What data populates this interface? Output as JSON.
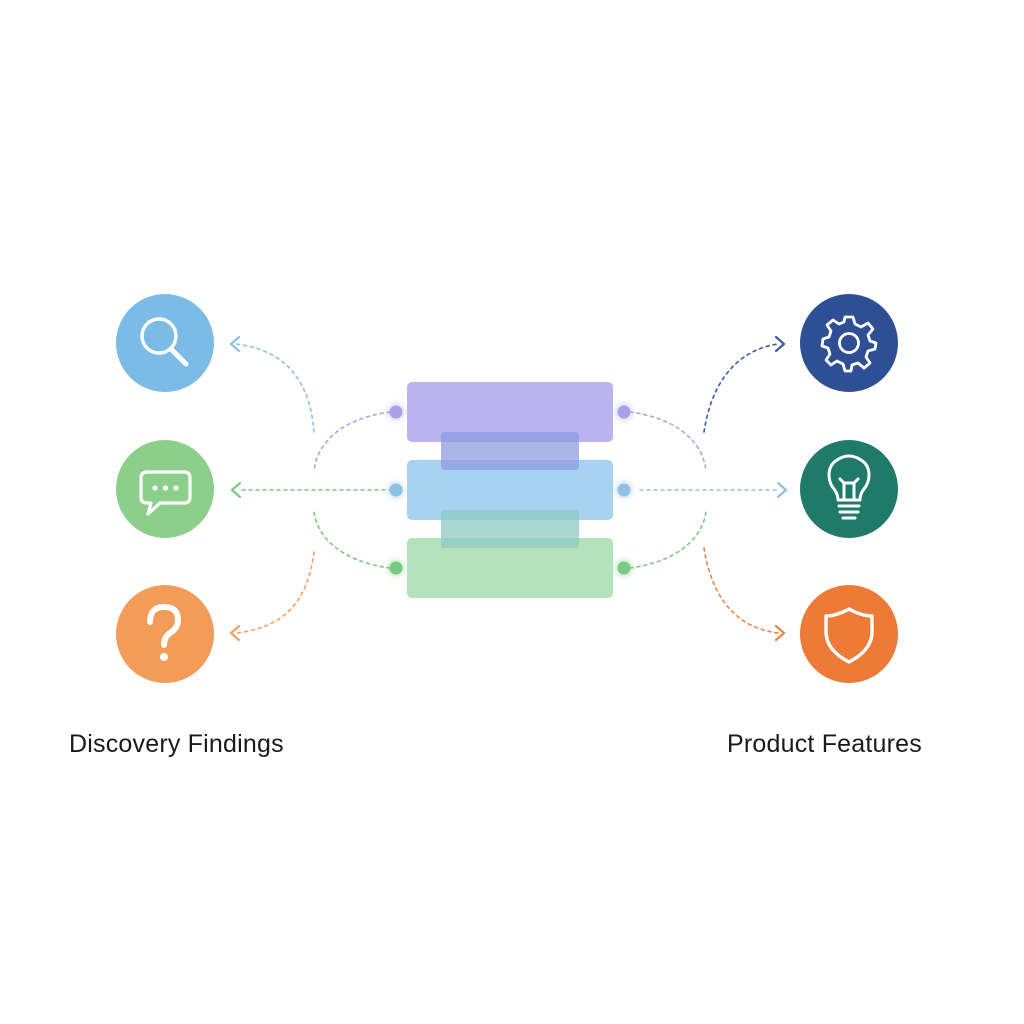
{
  "left_group": {
    "label": "Discovery Findings",
    "nodes": [
      {
        "icon": "magnifier-icon",
        "color": "#7bbbe6"
      },
      {
        "icon": "speech-bubble-icon",
        "color": "#8ccf8a"
      },
      {
        "icon": "question-mark-icon",
        "color": "#f39c5a"
      }
    ]
  },
  "right_group": {
    "label": "Product Features",
    "nodes": [
      {
        "icon": "gear-icon",
        "color": "#2e4f94"
      },
      {
        "icon": "lightbulb-icon",
        "color": "#1f7a6a"
      },
      {
        "icon": "shield-icon",
        "color": "#ee7a37"
      }
    ]
  },
  "center_stack": {
    "layers": [
      {
        "name": "purple-layer",
        "color": "#b9b3f0"
      },
      {
        "name": "blue-layer",
        "color": "#a8d2f2"
      },
      {
        "name": "green-layer",
        "color": "#b3e2bb"
      }
    ],
    "overlap_colors": [
      "#8f9ce0",
      "#8fc9c3"
    ]
  },
  "connector_colors": {
    "blue": "#8fc0e6",
    "green": "#7cc982",
    "orange": "#f0a067",
    "purple": "#a9a2ea",
    "navy": "#3a5aa8",
    "orange_dark": "#ec8447"
  }
}
